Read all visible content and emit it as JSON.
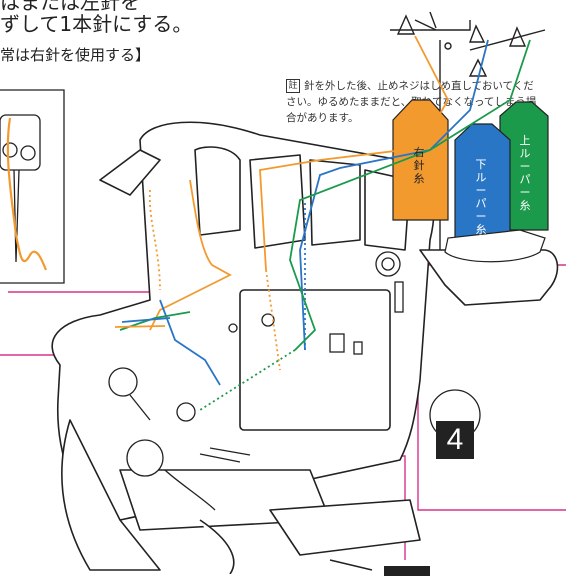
{
  "heading": {
    "line1": "はまたは左針を",
    "line2": "ずして1本針にする。"
  },
  "subheading": "常は右針を使用する】",
  "note": {
    "icon": "註",
    "text": "針を外した後、止めネジはしめ直しておいてください。ゆるめたままだと、取れてなくなってしまう場合があります。"
  },
  "spools": {
    "right_needle": "右針糸",
    "lower_looper": "下ルーパー糸",
    "upper_looper": "上ルーパー糸"
  },
  "steps": {
    "step4": "4"
  },
  "colors": {
    "right_needle_thread": "#f39a2e",
    "lower_looper_thread": "#2a76c6",
    "upper_looper_thread": "#1a9a4a",
    "callout_line": "#d6338a"
  }
}
